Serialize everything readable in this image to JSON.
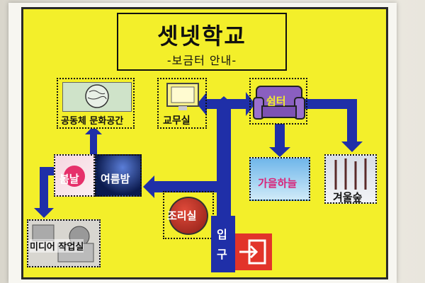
{
  "header": {
    "title": "셋넷학교",
    "subtitle": "-보금터 안내-"
  },
  "rooms": {
    "community": "공동체 문화공간",
    "office": "교무실",
    "shelter": "쉼터",
    "spring": "봄날",
    "summer_night": "여름밤",
    "autumn_sky": "가을하늘",
    "winter_forest": "겨울숲",
    "kitchen": "조리실",
    "media": "미디어 작업실"
  },
  "entrance": {
    "label_top": "입",
    "label_bottom": "구"
  },
  "colors": {
    "board": "#f3ef2a",
    "arrow": "#1f2fa8",
    "entrance_red": "#e2342a"
  }
}
